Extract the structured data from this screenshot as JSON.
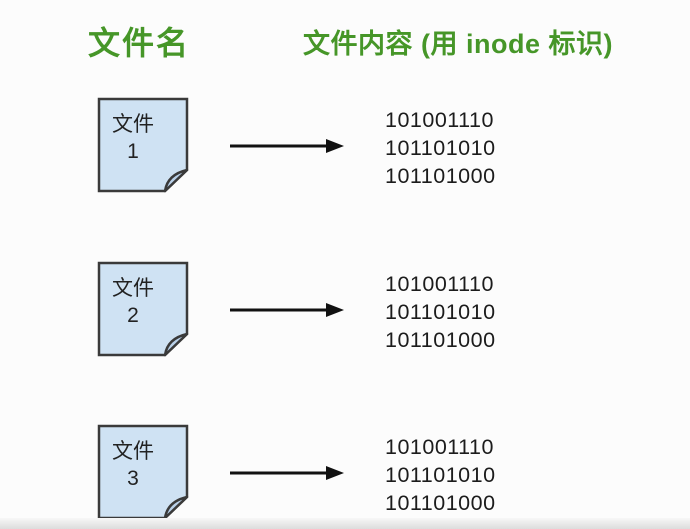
{
  "headers": {
    "left": "文件名",
    "right": "文件内容 (用 inode 标识)"
  },
  "colors": {
    "header_green": "#469628",
    "file_fill": "#cfe2f3",
    "file_fold": "#b9d0e8",
    "file_border": "#3a3a3a",
    "text_dark": "#1c1c1c",
    "arrow_black": "#111111",
    "bg": "#fcfcfc"
  },
  "rows": [
    {
      "file_label_line1": "文件",
      "file_label_line2": "1",
      "binary_lines": [
        "101001110",
        "101101010",
        "101101000"
      ]
    },
    {
      "file_label_line1": "文件",
      "file_label_line2": "2",
      "binary_lines": [
        "101001110",
        "101101010",
        "101101000"
      ]
    },
    {
      "file_label_line1": "文件",
      "file_label_line2": "3",
      "binary_lines": [
        "101001110",
        "101101010",
        "101101000"
      ]
    }
  ]
}
